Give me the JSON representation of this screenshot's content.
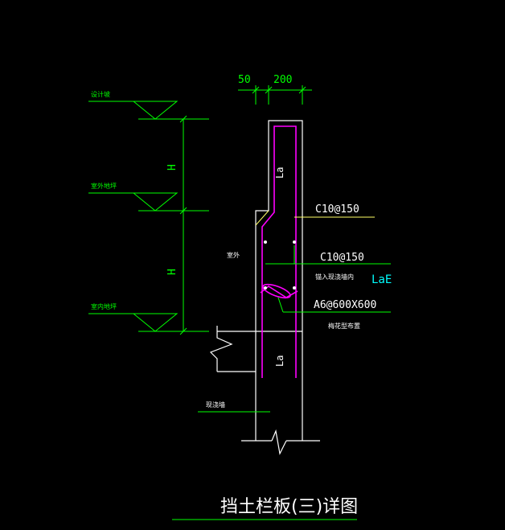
{
  "drawing": {
    "title": "挡土栏板(三)详图",
    "dimensions": {
      "left": "50",
      "right": "200",
      "height_upper": "H",
      "height_lower": "H"
    },
    "level_labels": {
      "top": "设计坡",
      "middle": "室外地坪",
      "bottom": "室内地坪"
    },
    "annotations": {
      "lap_upper": "La",
      "lap_lower": "La",
      "outdoor": "室外",
      "rebar_1": "C10@150",
      "rebar_2": "C10@150",
      "anchor_note": "锚入现浇墙内",
      "anchor_length": "LaE",
      "tie_rebar": "A6@600X600",
      "tie_note": "梅花型布置",
      "wall_label": "现浇墙"
    },
    "colors": {
      "background": "#000000",
      "outline": "#ffffff",
      "dimension": "#00ff00",
      "rebar": "#ff00ff",
      "leader": "#ffff66",
      "annotation": "#ffffff",
      "anchor_length": "#00ffff"
    }
  }
}
